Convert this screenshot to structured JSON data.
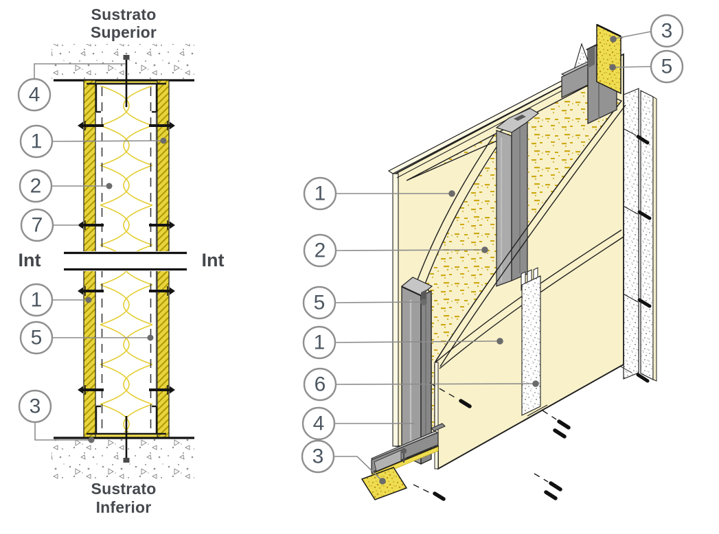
{
  "diagram": {
    "left_view": {
      "label_top_line1": "Sustrato",
      "label_top_line2": "Superior",
      "label_bottom_line1": "Sustrato",
      "label_bottom_line2": "Inferior",
      "label_side_left": "Int",
      "label_side_right": "Int",
      "callouts": [
        {
          "number": "4"
        },
        {
          "number": "1"
        },
        {
          "number": "2"
        },
        {
          "number": "7"
        },
        {
          "number": "1"
        },
        {
          "number": "5"
        },
        {
          "number": "3"
        }
      ]
    },
    "right_view": {
      "callouts": [
        {
          "number": "3"
        },
        {
          "number": "5"
        },
        {
          "number": "1"
        },
        {
          "number": "2"
        },
        {
          "number": "5"
        },
        {
          "number": "1"
        },
        {
          "number": "6"
        },
        {
          "number": "4"
        },
        {
          "number": "3"
        }
      ]
    },
    "colors": {
      "board_cream": "#f8f1ca",
      "board_yellow": "#e7d43c",
      "hatch_olive": "#a89200",
      "insulation_yellow": "#e3cc2d",
      "stud_gray": "#949494",
      "band_yellow": "#eedd51",
      "line_black": "#1a1a1a",
      "leader_gray": "#8c8c8c",
      "text_gray": "#45494e"
    }
  }
}
